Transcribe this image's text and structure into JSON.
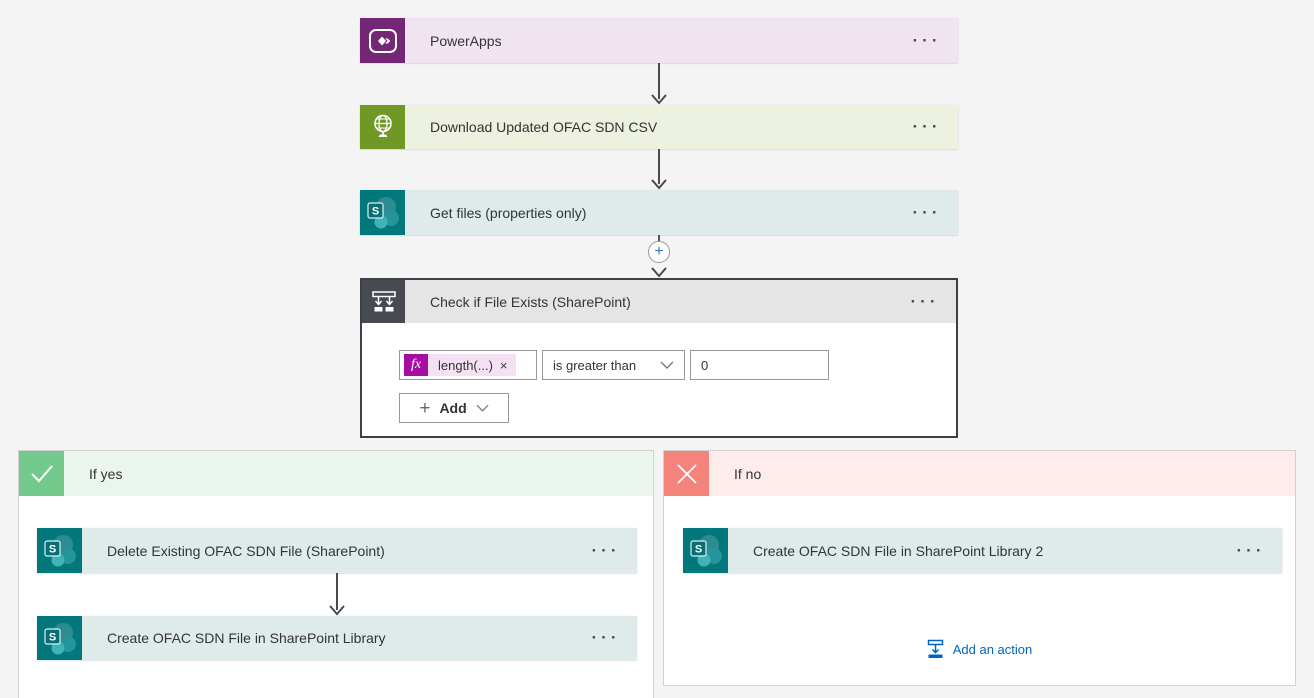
{
  "nodes": {
    "powerapps": {
      "label": "PowerApps"
    },
    "http": {
      "label": "Download Updated OFAC SDN CSV"
    },
    "get_files": {
      "label": "Get files (properties only)"
    }
  },
  "condition": {
    "title": "Check if File Exists (SharePoint)",
    "expression": {
      "fx": "fx",
      "label": "length(...)",
      "remove": "×"
    },
    "operator": "is greater than",
    "value": "0",
    "add_label": "Add"
  },
  "branch_yes": {
    "title": "If yes",
    "actions": [
      {
        "label": "Delete Existing OFAC SDN File (SharePoint)"
      },
      {
        "label": "Create OFAC SDN File in SharePoint Library"
      }
    ]
  },
  "branch_no": {
    "title": "If no",
    "actions": [
      {
        "label": "Create OFAC SDN File in SharePoint Library 2"
      }
    ],
    "add_action_label": "Add an action"
  },
  "icons": {
    "more": "···",
    "plus": "+"
  },
  "colors": {
    "canvas_bg": "#f5f4f4",
    "powerapps_accent": "#742774",
    "http_accent": "#6f9824",
    "sharepoint_accent": "#03787c",
    "condition_icon_bg": "#474a50",
    "condition_border": "#3c4049",
    "yes_accent": "#74ca8c",
    "no_accent": "#f4837c",
    "expression_magenta": "#a50da5",
    "link_blue": "#0066bf"
  }
}
